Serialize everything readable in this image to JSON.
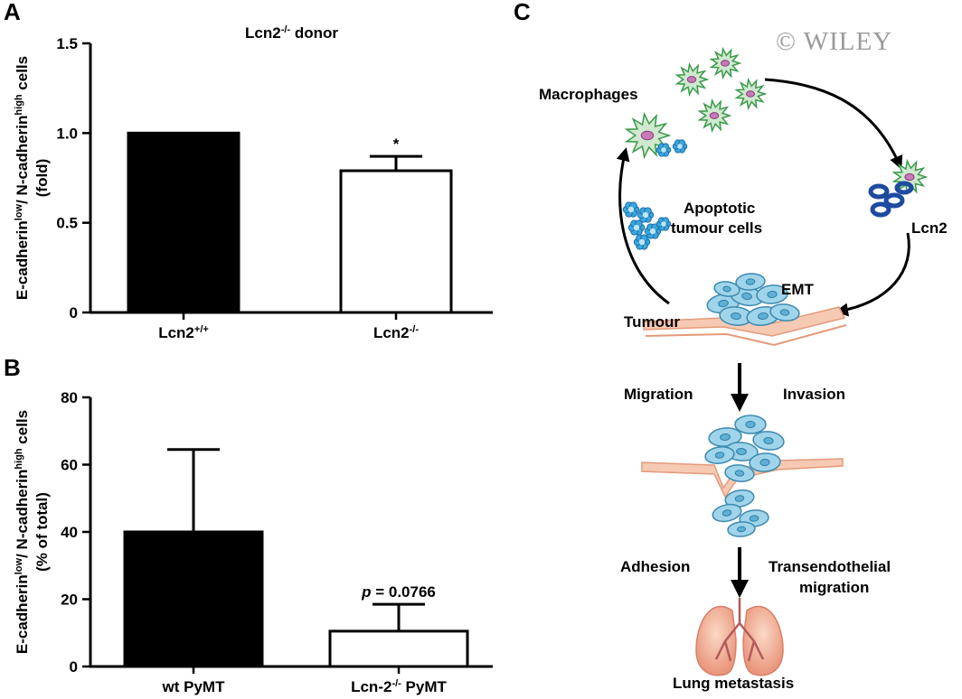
{
  "panels": {
    "a": "A",
    "b": "B",
    "c": "C"
  },
  "watermark": "© WILEY",
  "chart_data": [
    {
      "type": "bar",
      "title": "Lcn2-/- donor",
      "title_parts": {
        "base": "Lcn2",
        "sup": "-/-",
        "rest": " donor"
      },
      "ylabel_lines": [
        {
          "parts": [
            {
              "t": "E-cadherin"
            },
            {
              "t": "low",
              "sup": true
            },
            {
              "t": "/ N-cadherin"
            },
            {
              "t": "high",
              "sup": true
            },
            {
              "t": " cells"
            }
          ]
        },
        {
          "parts": [
            {
              "t": "(fold)"
            }
          ]
        }
      ],
      "categories": [
        {
          "base": "Lcn2",
          "sup": "+/+",
          "rest": ""
        },
        {
          "base": "Lcn2",
          "sup": "-/-",
          "rest": ""
        }
      ],
      "values": [
        1.0,
        0.79
      ],
      "errors": [
        0,
        0.08
      ],
      "fills": [
        "#000000",
        "#ffffff"
      ],
      "ylim": [
        0,
        1.5
      ],
      "yticks": [
        "0",
        "0.5",
        "1.0",
        "1.5"
      ],
      "ytick_values": [
        0,
        0.5,
        1.0,
        1.5
      ],
      "annotations": [
        {
          "category": 1,
          "text": "*"
        }
      ]
    },
    {
      "type": "bar",
      "title": "",
      "ylabel_lines": [
        {
          "parts": [
            {
              "t": "E-cadherin"
            },
            {
              "t": "low",
              "sup": true
            },
            {
              "t": "/ N-cadherin"
            },
            {
              "t": "high",
              "sup": true
            },
            {
              "t": " cells"
            }
          ]
        },
        {
          "parts": [
            {
              "t": "(% of total)"
            }
          ]
        }
      ],
      "categories": [
        {
          "base": "wt PyMT",
          "sup": "",
          "rest": ""
        },
        {
          "base": "Lcn-2",
          "sup": "-/-",
          "rest": " PyMT"
        }
      ],
      "values": [
        40,
        10.5
      ],
      "errors": [
        24.5,
        8
      ],
      "fills": [
        "#000000",
        "#ffffff"
      ],
      "ylim": [
        0,
        80
      ],
      "yticks": [
        "0",
        "20",
        "40",
        "60",
        "80"
      ],
      "ytick_values": [
        0,
        20,
        40,
        60,
        80
      ],
      "annotations": [
        {
          "category": 1,
          "italic": "p",
          "text": " = 0.0766"
        }
      ]
    }
  ],
  "diagram": {
    "macrophages": "Macrophages",
    "apoptotic_1": "Apoptotic",
    "apoptotic_2": "tumour cells",
    "lcn2": "Lcn2",
    "emt": "EMT",
    "tumour": "Tumour",
    "migration": "Migration",
    "invasion": "Invasion",
    "adhesion": "Adhesion",
    "transendothelial_1": "Transendothelial",
    "transendothelial_2": "migration",
    "lung_metastasis": "Lung metastasis"
  },
  "colors": {
    "macrophage_fill": "#cfe8cf",
    "macrophage_stroke": "#3a9a4a",
    "nucleus": "#c77ab8",
    "tumour_cell": "#9fd4ea",
    "tumour_stroke": "#3d8ab0",
    "apoptotic": "#3aa6de",
    "lcn2": "#1e4aa0",
    "vessel": "#f6c9b3",
    "lung": "#f3b8a0"
  }
}
